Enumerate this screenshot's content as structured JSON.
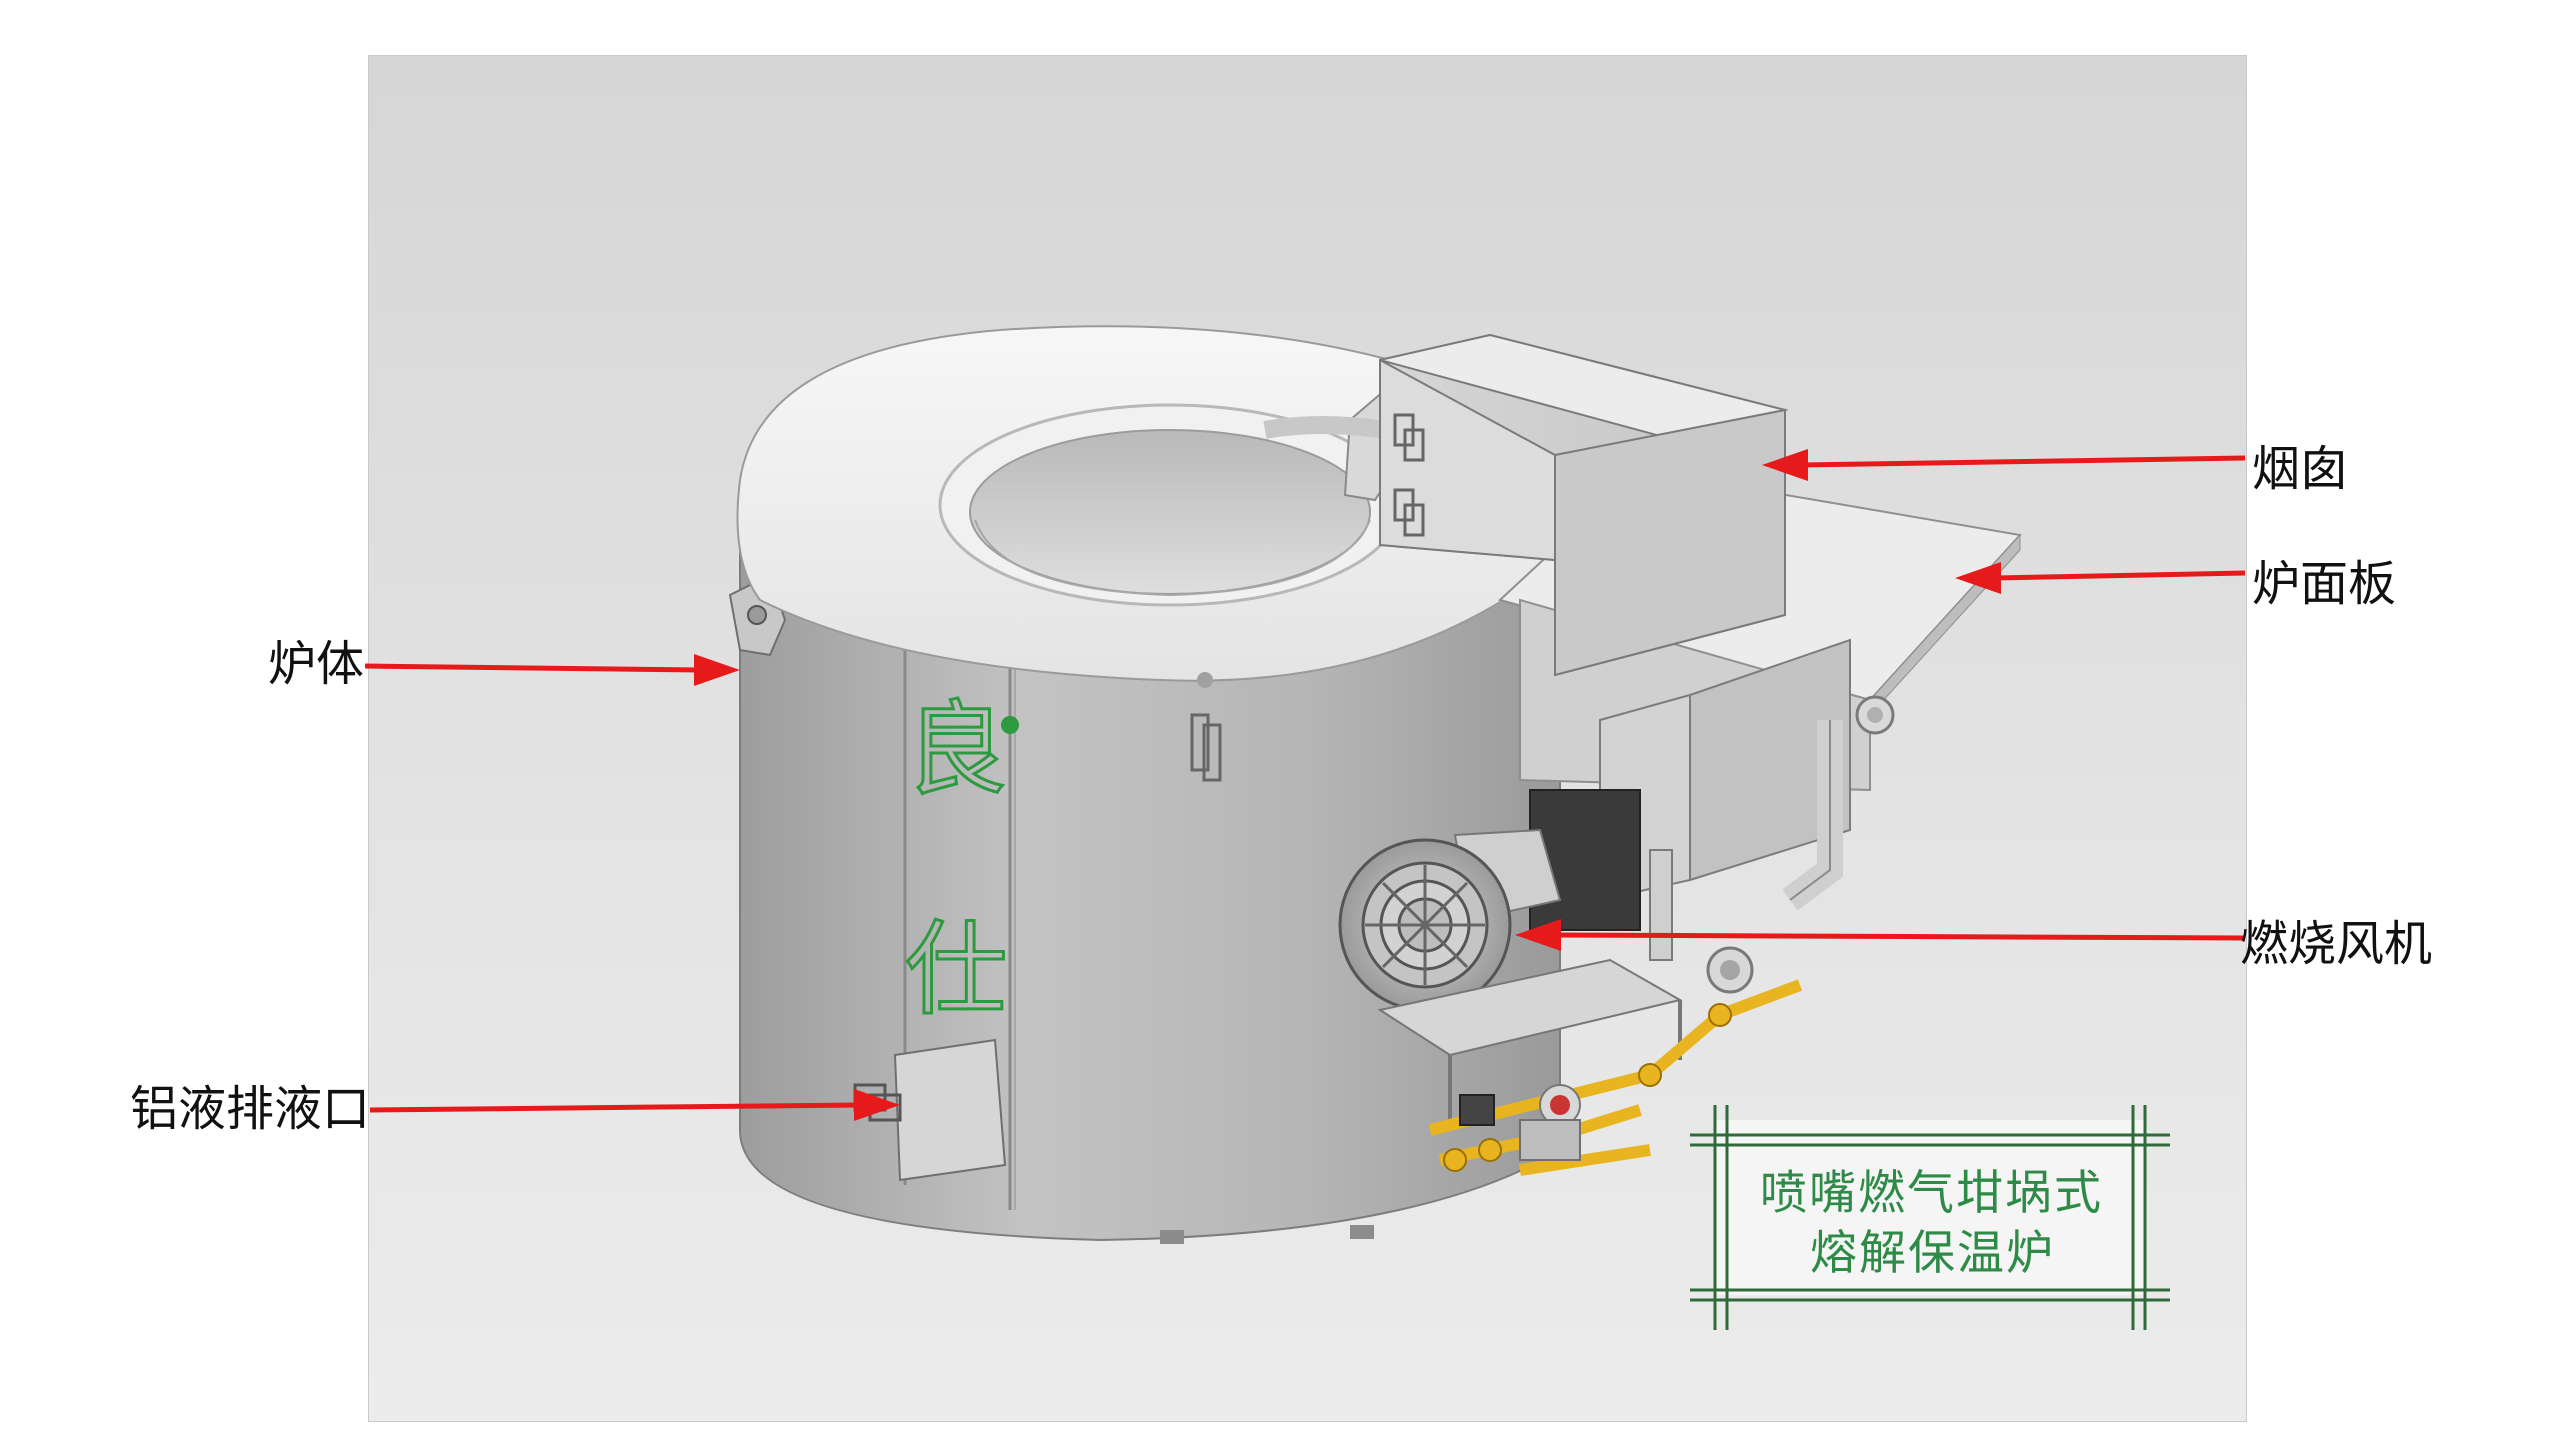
{
  "labels": {
    "chimney": "烟囱",
    "furnace_panel": "炉面板",
    "furnace_body": "炉体",
    "combustion_fan": "燃烧风机",
    "aluminum_drain": "铝液排液口"
  },
  "brand": {
    "char_1": "良",
    "char_2": "仕"
  },
  "plaque": {
    "line_1": "喷嘴燃气坩埚式",
    "line_2": "熔解保温炉"
  },
  "colors": {
    "arrow": "#e61a1a",
    "brand_green": "#2e9a3f",
    "plaque_border": "#2f6b3a",
    "plaque_text": "#2e8b47"
  },
  "icons": {
    "arrow_head": "red-arrow-head",
    "brand_dot": "green-dot"
  }
}
